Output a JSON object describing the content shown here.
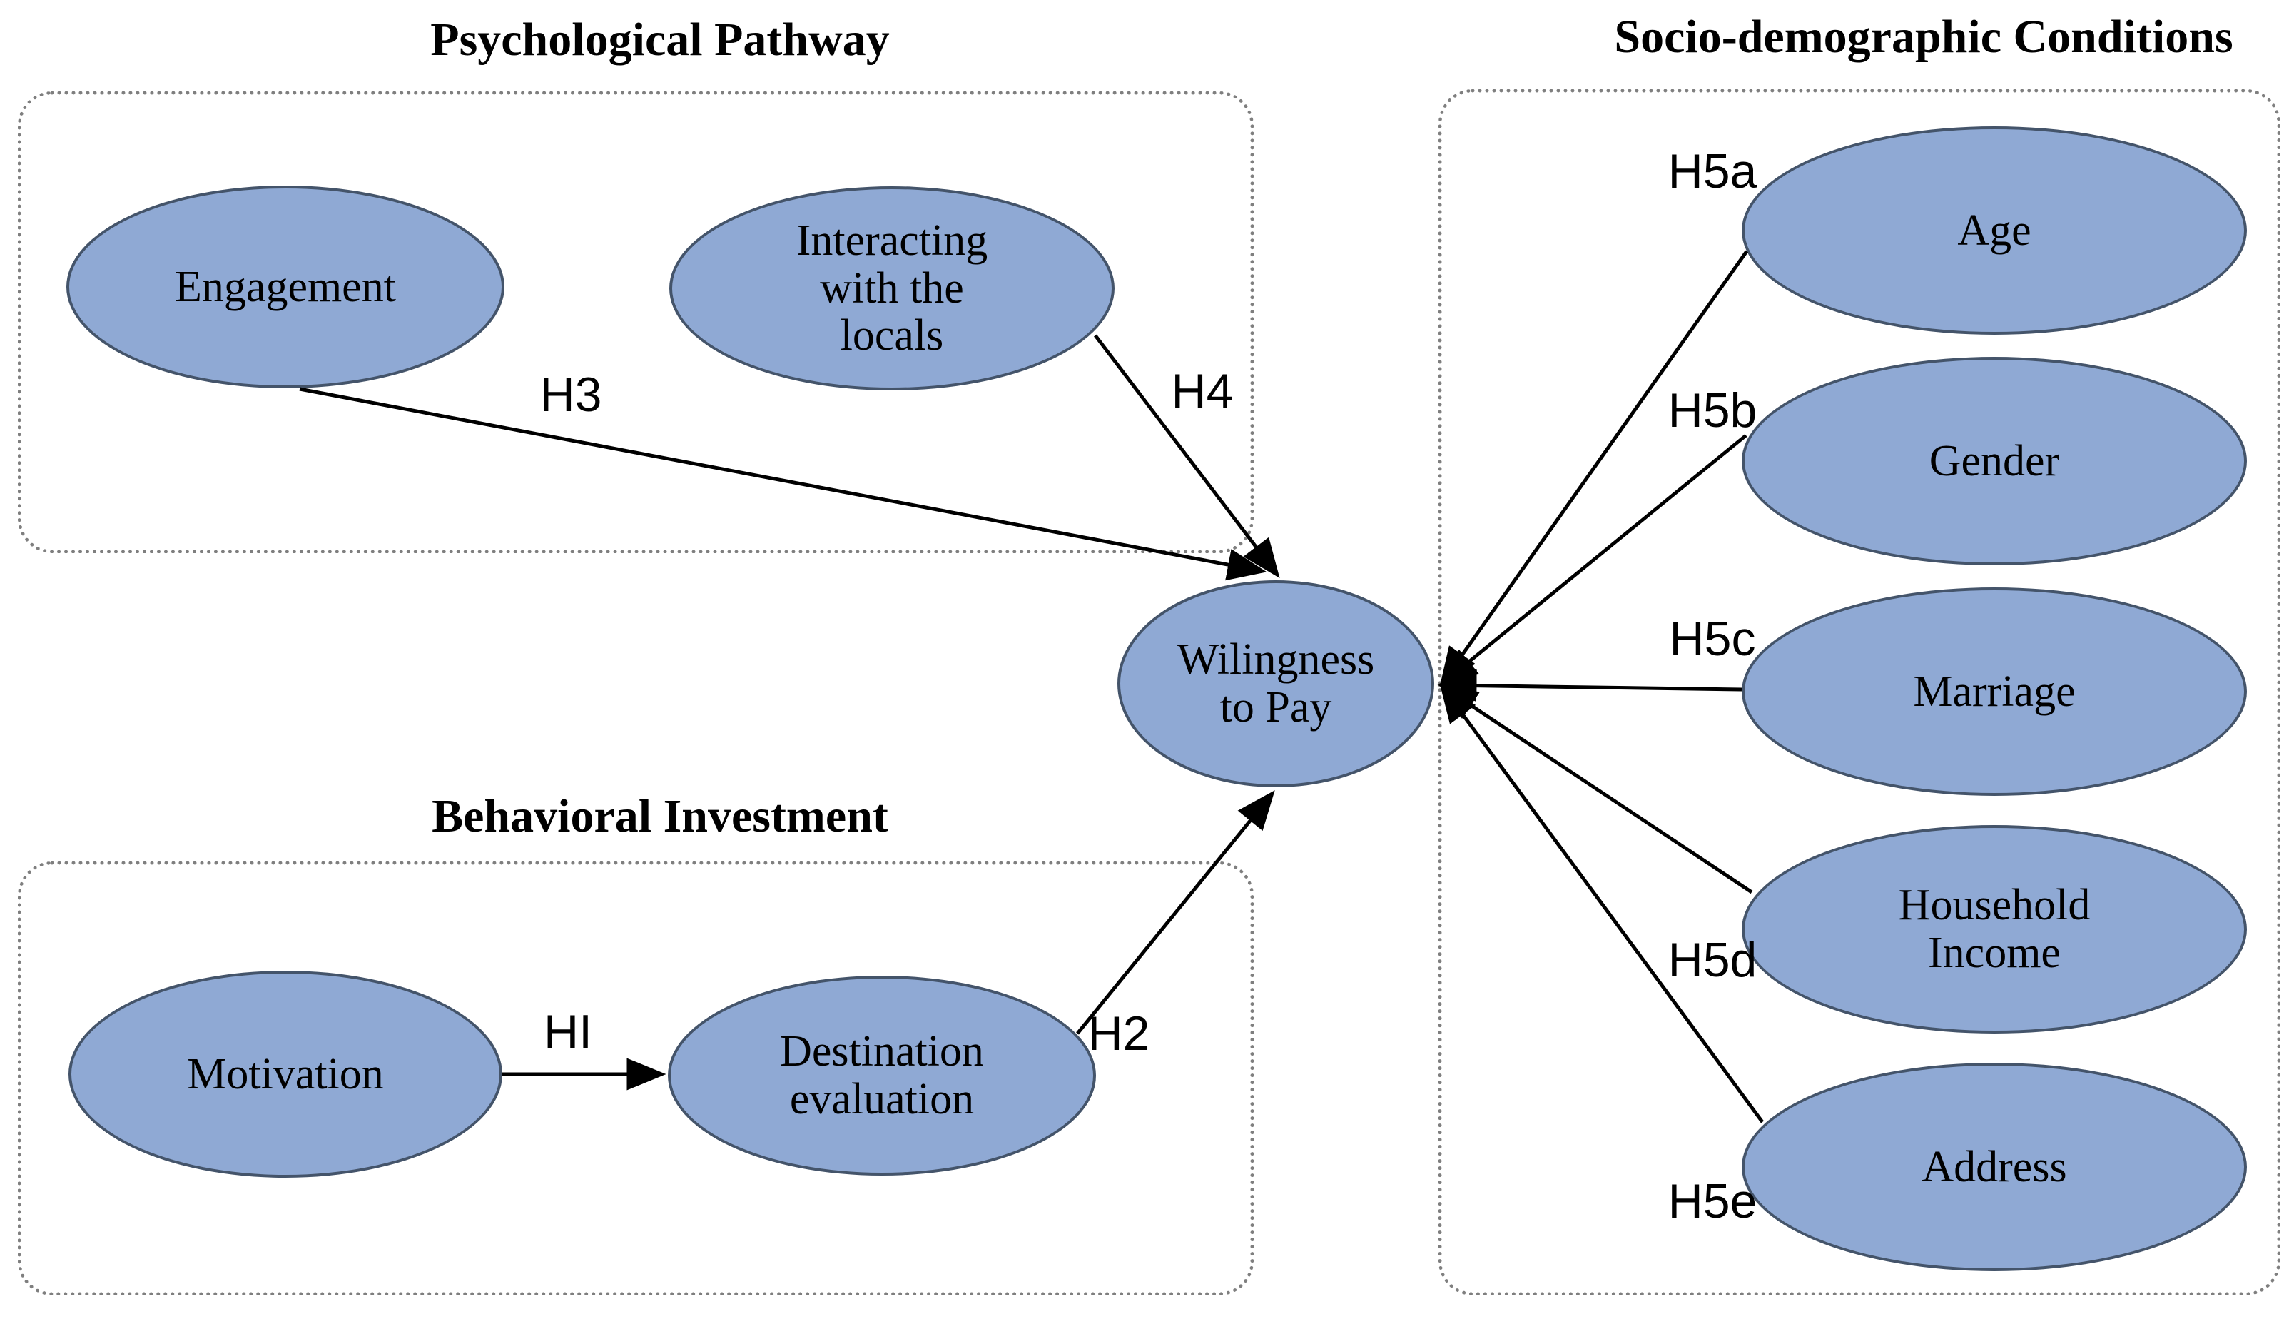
{
  "figure": {
    "description": "Conceptual research model diagram"
  },
  "groups": {
    "psychological": {
      "title": "Psychological Pathway"
    },
    "behavioral": {
      "title": "Behavioral Investment"
    },
    "socio": {
      "title": "Socio-demographic Conditions"
    }
  },
  "nodes": {
    "engagement": {
      "label": "Engagement"
    },
    "interacting": {
      "label": "Interacting\nwith the\nlocals"
    },
    "motivation": {
      "label": "Motivation"
    },
    "destination": {
      "label": "Destination\nevaluation"
    },
    "wtp": {
      "label": "Wilingness\nto Pay"
    },
    "age": {
      "label": "Age"
    },
    "gender": {
      "label": "Gender"
    },
    "marriage": {
      "label": "Marriage"
    },
    "household": {
      "label": "Household\nIncome"
    },
    "address": {
      "label": "Address"
    }
  },
  "hypotheses": {
    "h1": "HI",
    "h2": "H2",
    "h3": "H3",
    "h4": "H4",
    "h5a": "H5a",
    "h5b": "H5b",
    "h5c": "H5c",
    "h5d": "H5d",
    "h5e": "H5e"
  },
  "colors": {
    "node-fill": "#8FA9D4",
    "node-border": "#44546A",
    "box-border": "#7F7F7F",
    "arrow": "#000000",
    "text": "#000000",
    "background": "#FFFFFF"
  }
}
